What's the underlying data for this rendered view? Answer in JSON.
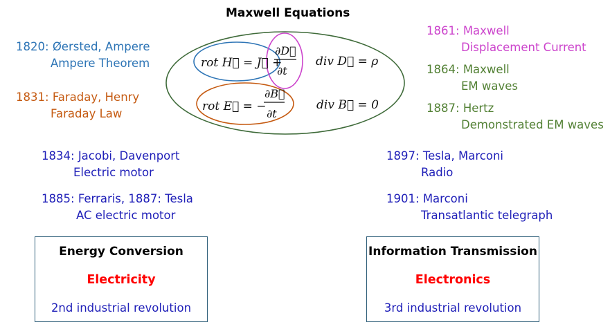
{
  "title": "Maxwell Equations",
  "colors": {
    "blue": "#2e75b6",
    "orange": "#c55a11",
    "purple": "#cc44cc",
    "green": "#538135",
    "navy": "#1f1fb8",
    "red": "#ff0000",
    "box_border": "#2f5f7a"
  },
  "equations": {
    "eq1_lhs": "rot H⃗ = J⃗ +",
    "eq1_num": "∂D⃗",
    "eq1_den": "∂t",
    "eq1_div": "div D⃗ = ρ",
    "eq2_lhs": "rot E⃗ = −",
    "eq2_num": "∂B⃗",
    "eq2_den": "∂t",
    "eq2_div": "div B⃗ = 0"
  },
  "left_notes": [
    {
      "year": "1820:",
      "names": "Øersted, Ampere",
      "detail": "Ampere Theorem"
    },
    {
      "year": "1831:",
      "names": "Faraday, Henry",
      "detail": "Faraday Law"
    },
    {
      "year": "1834:",
      "names": "Jacobi, Davenport",
      "detail": "Electric motor"
    },
    {
      "year": "1885:",
      "names": "Ferraris, 1887: Tesla",
      "detail": "AC electric motor"
    }
  ],
  "right_notes": [
    {
      "year": "1861:",
      "names": "Maxwell",
      "detail": "Displacement Current"
    },
    {
      "year": "1864:",
      "names": "Maxwell",
      "detail": "EM waves"
    },
    {
      "year": "1887:",
      "names": "Hertz",
      "detail": "Demonstrated EM waves"
    },
    {
      "year": "1897:",
      "names": "Tesla, Marconi",
      "detail": "Radio"
    },
    {
      "year": "1901:",
      "names": "Marconi",
      "detail": "Transatlantic telegraph"
    }
  ],
  "boxes": [
    {
      "heading": "Energy Conversion",
      "highlight": "Electricity",
      "revolution": "2nd industrial revolution"
    },
    {
      "heading": "Information Transmission",
      "highlight": "Electronics",
      "revolution": "3rd industrial revolution"
    }
  ]
}
